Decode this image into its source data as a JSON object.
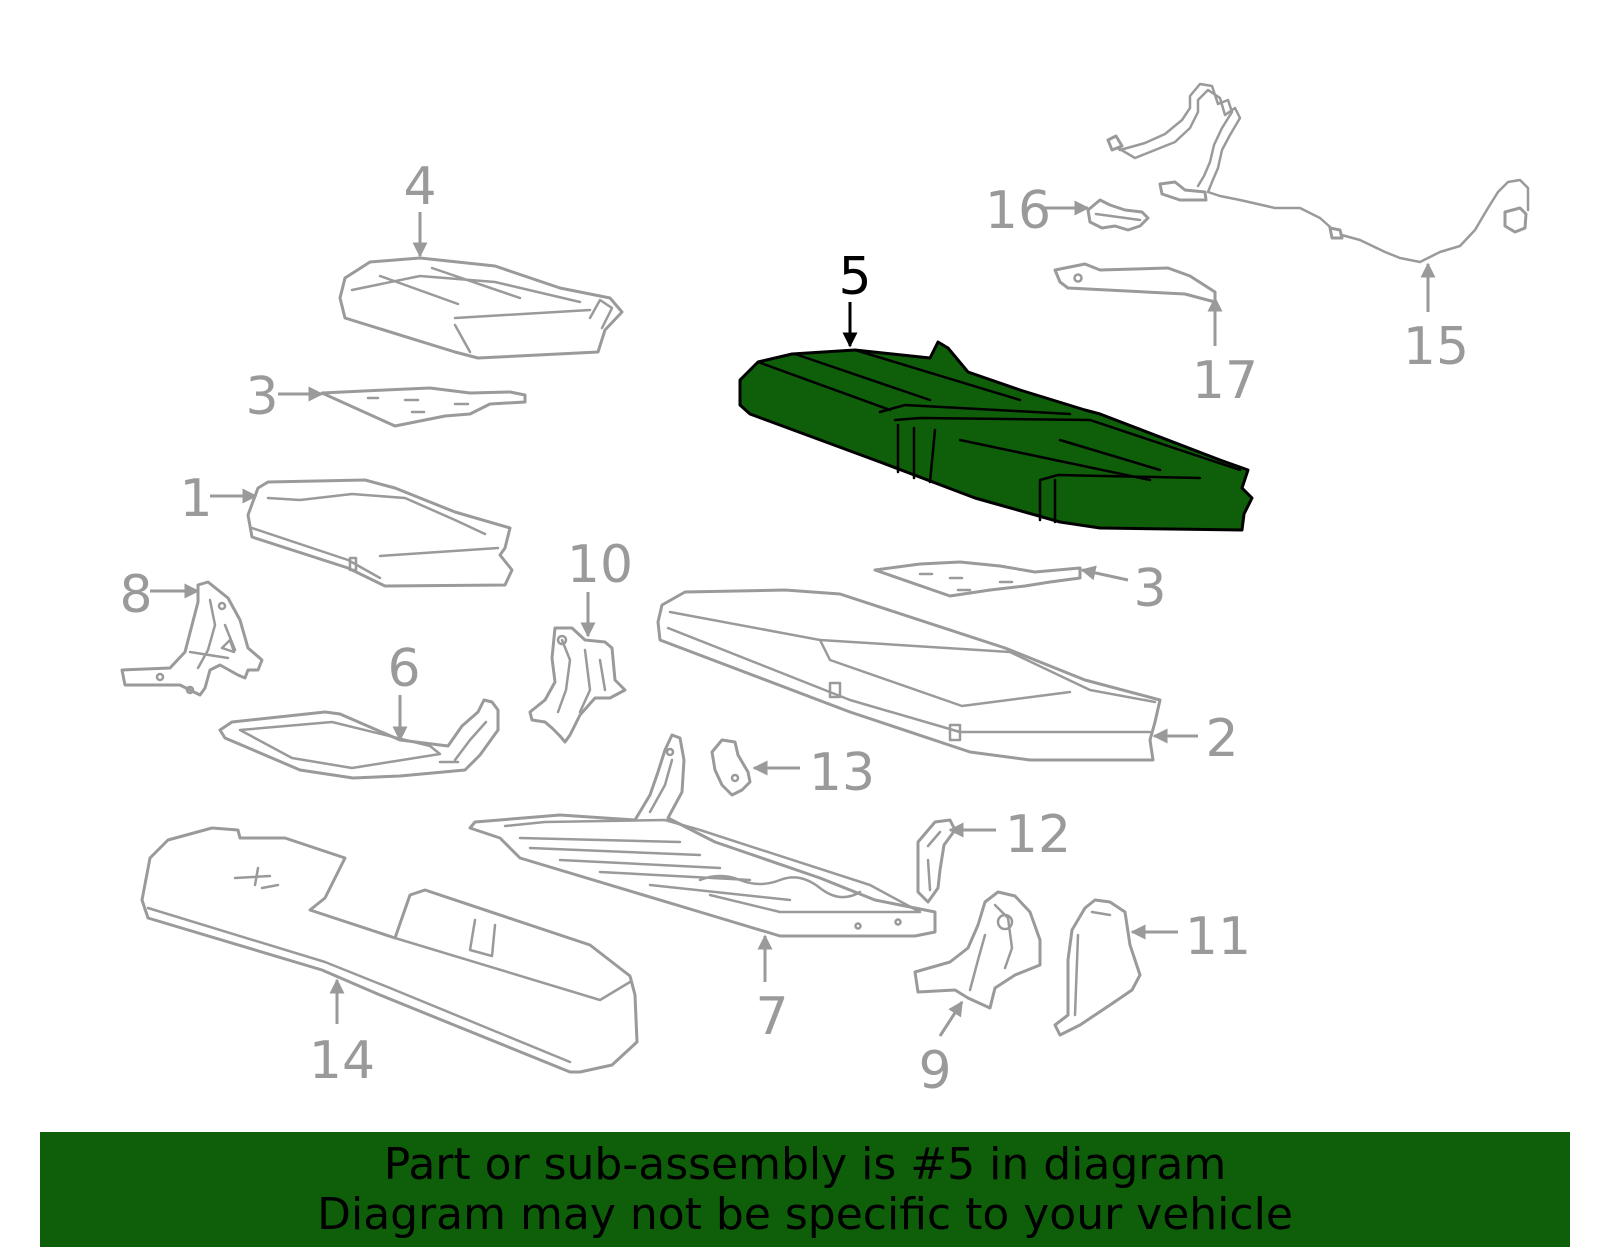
{
  "diagram": {
    "highlight_color": "#0f5e0a",
    "part_color": "#9a9a9a",
    "callouts": [
      {
        "id": "c4",
        "label": "4"
      },
      {
        "id": "c3a",
        "label": "3"
      },
      {
        "id": "c1",
        "label": "1"
      },
      {
        "id": "c8",
        "label": "8"
      },
      {
        "id": "c6",
        "label": "6"
      },
      {
        "id": "c10",
        "label": "10"
      },
      {
        "id": "c5",
        "label": "5"
      },
      {
        "id": "c16",
        "label": "16"
      },
      {
        "id": "c17",
        "label": "17"
      },
      {
        "id": "c15",
        "label": "15"
      },
      {
        "id": "c3b",
        "label": "3"
      },
      {
        "id": "c2",
        "label": "2"
      },
      {
        "id": "c13",
        "label": "13"
      },
      {
        "id": "c12",
        "label": "12"
      },
      {
        "id": "c11",
        "label": "11"
      },
      {
        "id": "c7",
        "label": "7"
      },
      {
        "id": "c9",
        "label": "9"
      },
      {
        "id": "c14",
        "label": "14"
      }
    ]
  },
  "banner": {
    "line1": "Part or sub-assembly is #5 in diagram",
    "line2": "Diagram may not be specific to your vehicle"
  }
}
